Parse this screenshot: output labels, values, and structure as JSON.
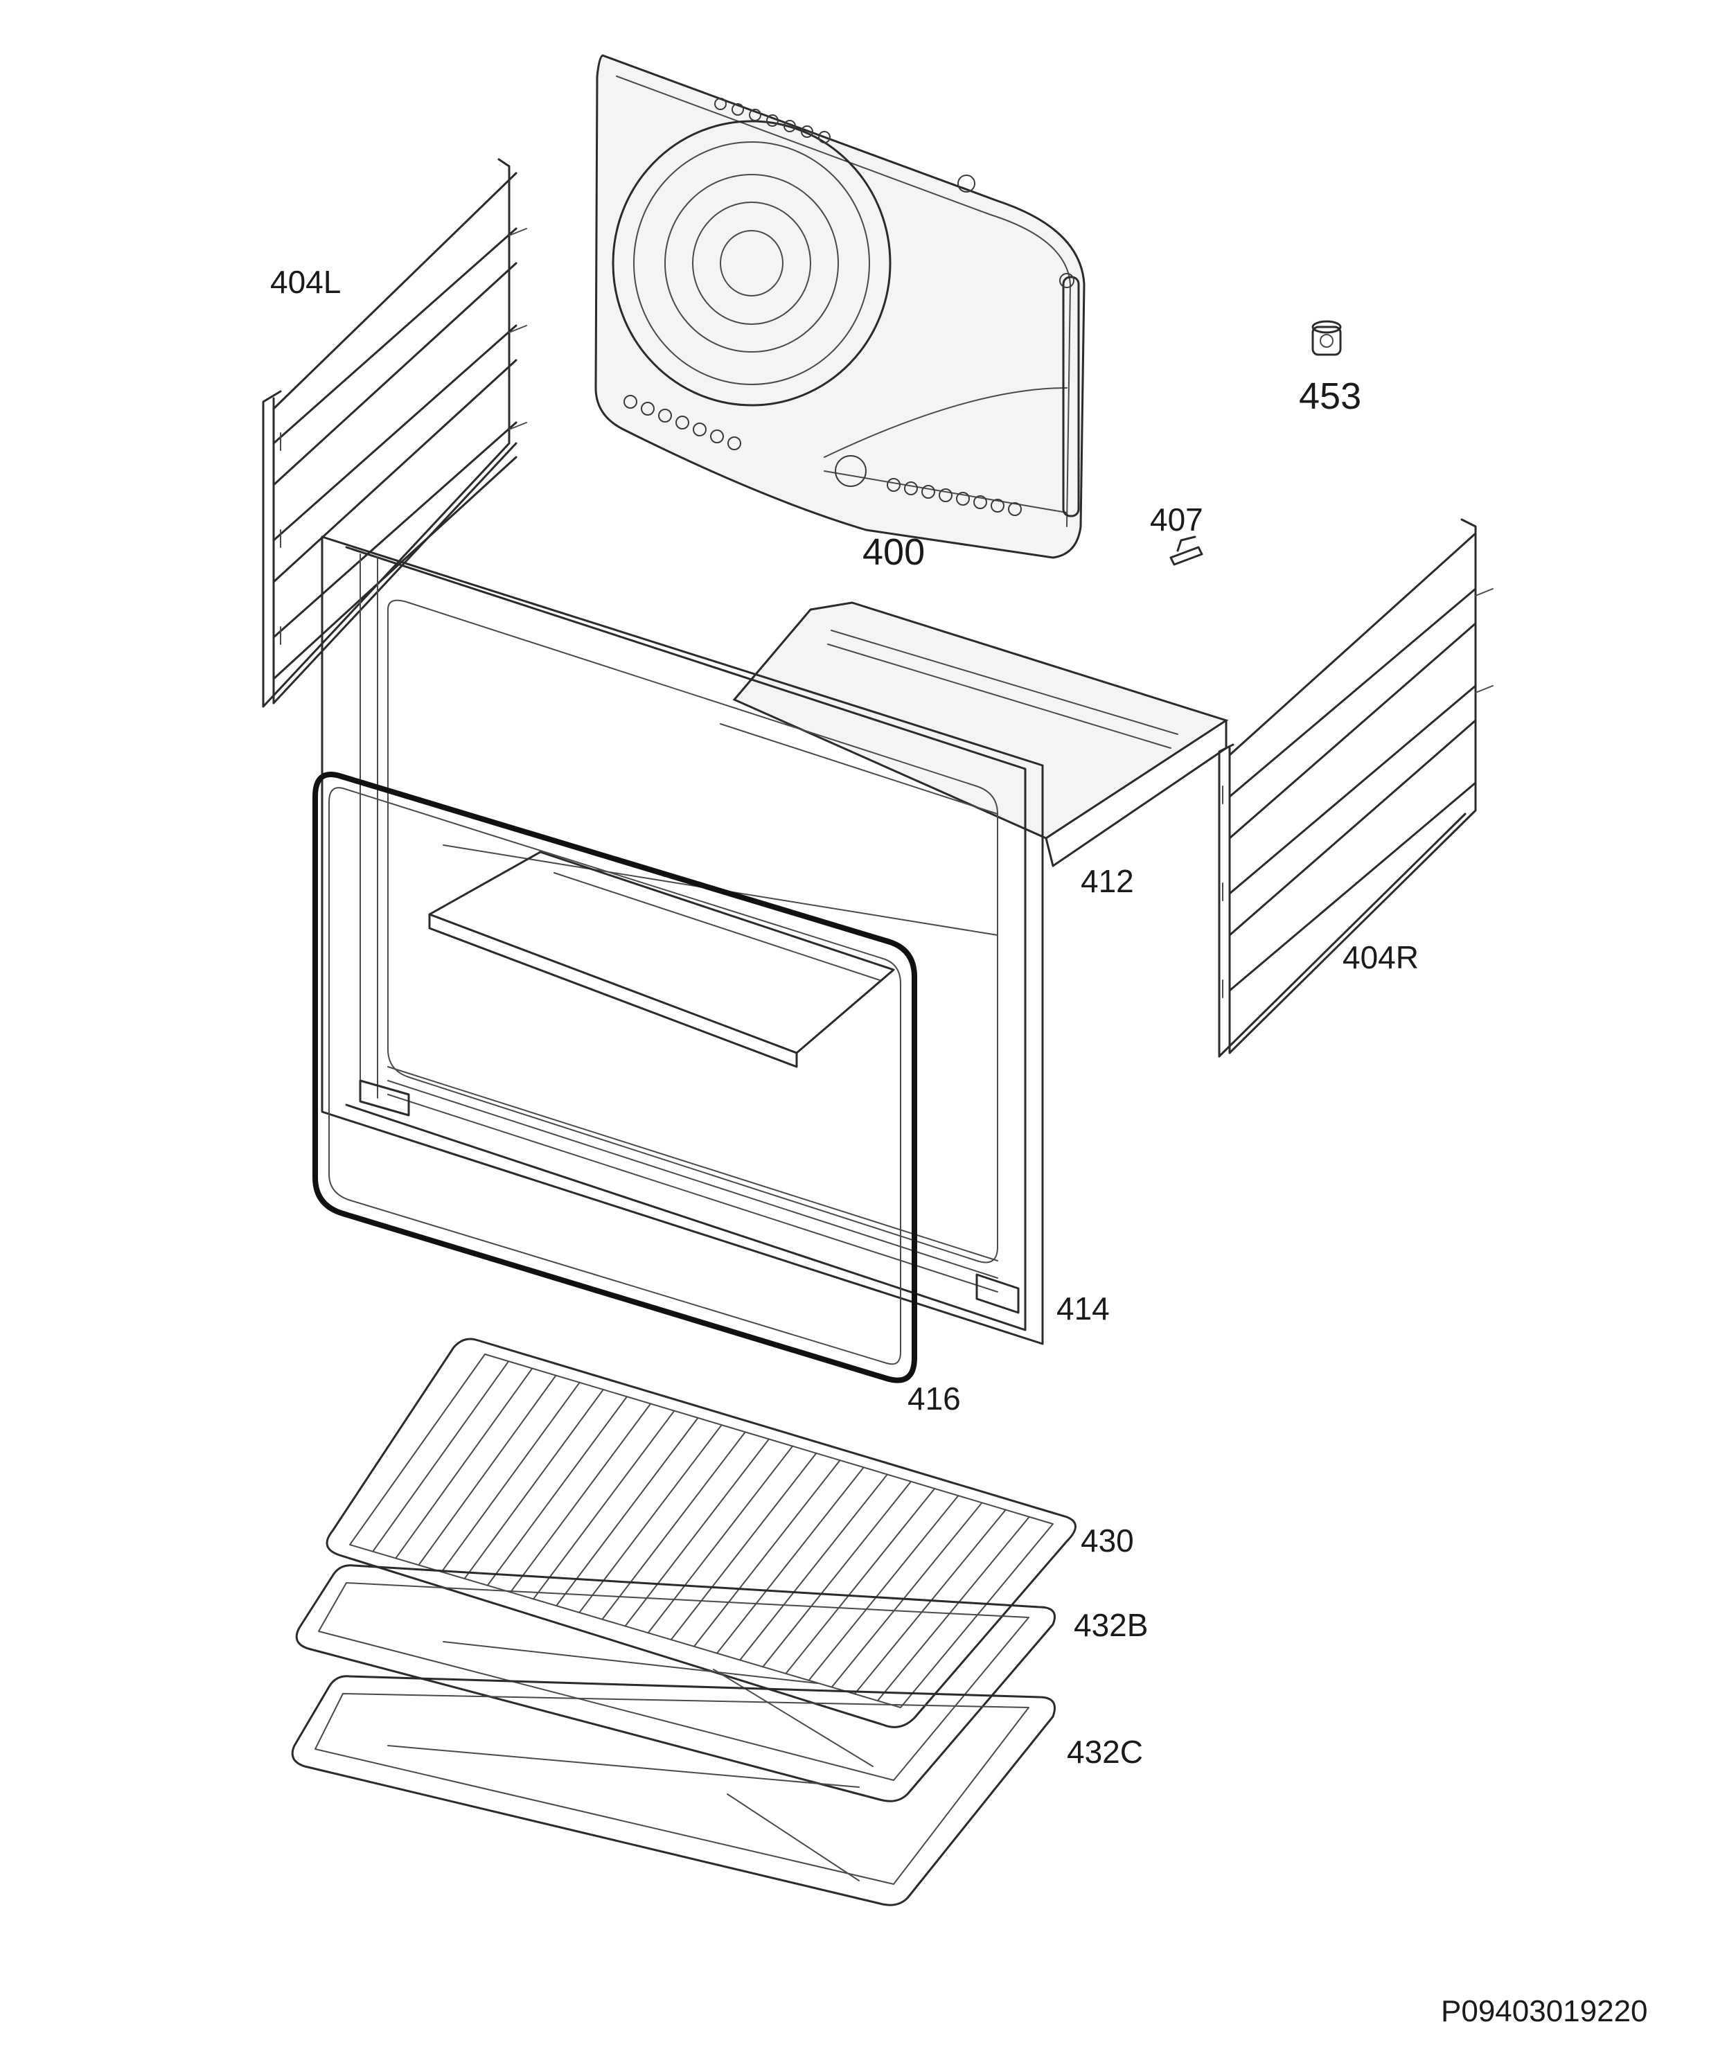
{
  "labels": {
    "p404L": "404L",
    "p453": "453",
    "p407": "407",
    "p400": "400",
    "p412": "412",
    "p404R": "404R",
    "p414": "414",
    "p416": "416",
    "p430": "430",
    "p432B": "432B",
    "p432C": "432C"
  },
  "document_id": "P09403019220"
}
